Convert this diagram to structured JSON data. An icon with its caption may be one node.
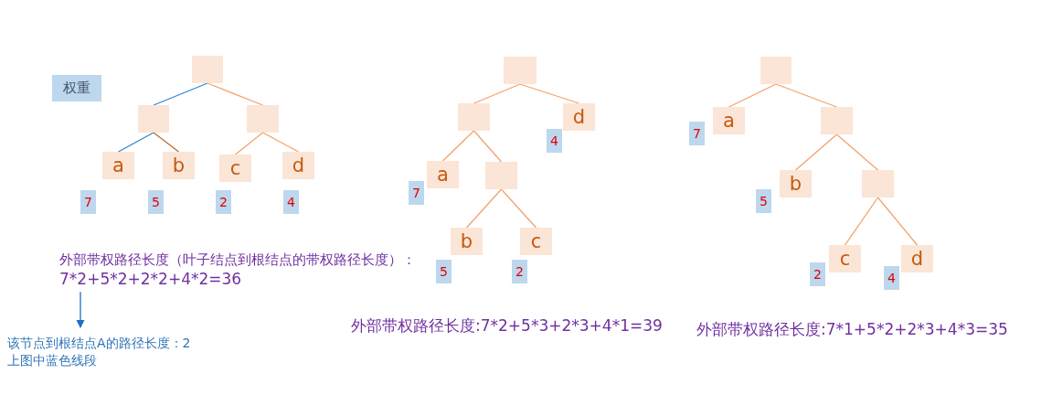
{
  "diagram": {
    "nodes": [
      {
        "text": [
          "权重"
        ]
      },
      {
        "text": [],
        "shape": "box"
      },
      {
        "text": [],
        "shape": "box"
      },
      {
        "text": [],
        "shape": "box"
      },
      {
        "text": [
          "a"
        ],
        "beside": [
          "7"
        ]
      },
      {
        "text": [
          "b"
        ],
        "beside": [
          "5"
        ]
      },
      {
        "text": [
          "c"
        ],
        "beside": [
          "2"
        ]
      },
      {
        "text": [
          "d"
        ],
        "beside": [
          "4"
        ]
      },
      {
        "text": [
          "外部带权路径长度（叶子结点到根结点的带权路径长度）：",
          "7*2+5*2+2*2+4*2=36"
        ]
      },
      {
        "text": [
          "该节点到根结点A的路径长度：2",
          "上图中蓝色线段"
        ]
      },
      {
        "text": [],
        "shape": "box"
      },
      {
        "text": [],
        "shape": "box"
      },
      {
        "text": [
          "d"
        ],
        "beside": [
          "4"
        ]
      },
      {
        "text": [
          "a"
        ],
        "beside": [
          "7"
        ]
      },
      {
        "text": [],
        "shape": "box"
      },
      {
        "text": [
          "b"
        ],
        "beside": [
          "5"
        ]
      },
      {
        "text": [
          "c"
        ],
        "beside": [
          "2"
        ]
      },
      {
        "text": [],
        "shape": "box"
      },
      {
        "text": [
          "a"
        ],
        "beside": [
          "7"
        ]
      },
      {
        "text": [],
        "shape": "box"
      },
      {
        "text": [
          "b"
        ],
        "beside": [
          "5"
        ]
      },
      {
        "text": [],
        "shape": "box"
      },
      {
        "text": [
          "c"
        ],
        "beside": [
          "2"
        ]
      },
      {
        "text": [
          "d"
        ],
        "beside": [
          "4"
        ]
      }
    ],
    "edges": [
      {
        "from": 1,
        "to": 2,
        "arrow": "none",
        "color": "#2e86d0"
      },
      {
        "from": 1,
        "to": 3,
        "arrow": "none"
      },
      {
        "from": 2,
        "to": 4,
        "arrow": "none",
        "color": "#2e86d0"
      },
      {
        "from": 2,
        "to": 5,
        "arrow": "none",
        "color": "#c0682c"
      },
      {
        "from": 3,
        "to": 6,
        "arrow": "none"
      },
      {
        "from": 3,
        "to": 7,
        "arrow": "none"
      },
      {
        "from": 8,
        "to": 9,
        "arrow": "to",
        "color": "#1f6fc0"
      },
      {
        "from": 10,
        "to": 11,
        "arrow": "none"
      },
      {
        "from": 10,
        "to": 12,
        "arrow": "none"
      },
      {
        "from": 11,
        "to": 13,
        "arrow": "none"
      },
      {
        "from": 11,
        "to": 14,
        "arrow": "none"
      },
      {
        "from": 14,
        "to": 15,
        "arrow": "none"
      },
      {
        "from": 14,
        "to": 16,
        "arrow": "none"
      },
      {
        "from": 17,
        "to": 18,
        "arrow": "none"
      },
      {
        "from": 17,
        "to": 19,
        "arrow": "none"
      },
      {
        "from": 19,
        "to": 20,
        "arrow": "none"
      },
      {
        "from": 19,
        "to": 21,
        "arrow": "none"
      },
      {
        "from": 21,
        "to": 22,
        "arrow": "none"
      },
      {
        "from": 21,
        "to": 23,
        "arrow": "none"
      }
    ],
    "labels": [
      "外部带权路径长度:7*2+5*3+2*3+4*1=39",
      "外部带权路径长度:7*1+5*2+2*3+4*3=35"
    ]
  }
}
